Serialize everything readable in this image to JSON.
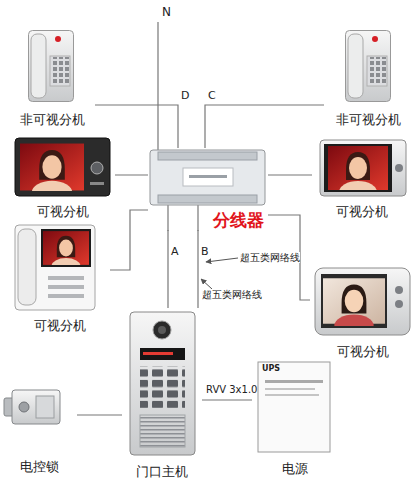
{
  "diagram": {
    "nodes": [
      {
        "text": [
          "非可视分机"
        ]
      },
      {
        "text": [
          "非可视分机"
        ]
      },
      {
        "text": [
          "可视分机"
        ]
      },
      {
        "text": [
          "可视分机"
        ]
      },
      {
        "text": [
          "分线器"
        ]
      },
      {
        "text": [
          "可视分机"
        ]
      },
      {
        "text": [
          "可视分机"
        ]
      },
      {
        "text": [
          "电控锁"
        ]
      },
      {
        "text": [
          "门口主机"
        ]
      },
      {
        "text": [
          "电源"
        ]
      }
    ],
    "edges": [
      {
        "from": 4,
        "to": 0,
        "arrow": "none",
        "label": "D"
      },
      {
        "from": 4,
        "to": 1,
        "arrow": "none",
        "label": "C"
      },
      {
        "from": 4,
        "to": 2,
        "arrow": "none"
      },
      {
        "from": 4,
        "to": 3,
        "arrow": "none"
      },
      {
        "from": 4,
        "to": 5,
        "arrow": "none"
      },
      {
        "from": 4,
        "to": 6,
        "arrow": "none"
      },
      {
        "from": 4,
        "to": 8,
        "arrow": "none",
        "label": "A"
      },
      {
        "from": 4,
        "to": 8,
        "arrow": "none",
        "label": "B"
      },
      {
        "from": 8,
        "to": 7,
        "arrow": "none"
      },
      {
        "from": 8,
        "to": 9,
        "arrow": "none",
        "label": "RVV 3x1.0"
      }
    ],
    "labels": [
      "N",
      "超五类网络线",
      "超五类网络线",
      "UPS"
    ]
  }
}
